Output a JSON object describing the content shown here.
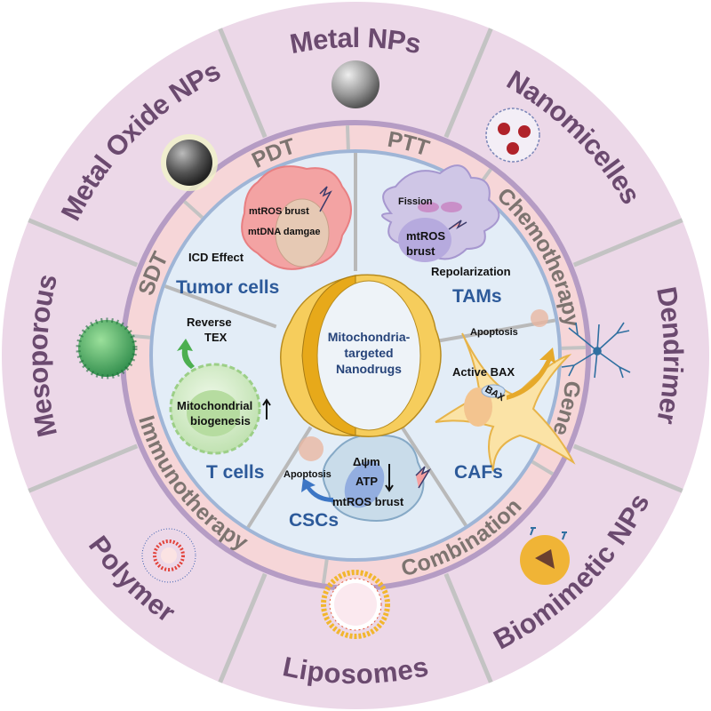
{
  "center": {
    "line1": "Mitochondria-",
    "line2": "targeted",
    "line3": "Nanodrugs"
  },
  "nanocarriers": [
    {
      "label": "Metal NPs",
      "angle": 0,
      "icon": "metal-sphere-icon"
    },
    {
      "label": "Nanomicelles",
      "angle": 45,
      "icon": "micelle-icon"
    },
    {
      "label": "Dendrimer",
      "angle": 90,
      "icon": "dendrimer-icon"
    },
    {
      "label": "Biomimetic NPs",
      "angle": 135,
      "icon": "biomimetic-np-icon"
    },
    {
      "label": "Liposomes",
      "angle": 180,
      "icon": "liposome-icon"
    },
    {
      "label": "Polymer",
      "angle": 225,
      "icon": "polymer-icon"
    },
    {
      "label": "Mesoporous",
      "angle": 270,
      "icon": "mesoporous-sphere-icon"
    },
    {
      "label": "Metal Oxide NPs",
      "angle": 315,
      "icon": "metal-oxide-sphere-icon"
    }
  ],
  "therapies": [
    {
      "label": "PDT",
      "angle": -22
    },
    {
      "label": "PTT",
      "angle": 14
    },
    {
      "label": "Chemotherapy",
      "angle": 62
    },
    {
      "label": "Gene",
      "angle": 104
    },
    {
      "label": "Combination",
      "angle": 150
    },
    {
      "label": "Immunotherapy",
      "angle": 232
    },
    {
      "label": "SDT",
      "angle": 292
    }
  ],
  "cells": {
    "tumor": {
      "title": "Tumor cells",
      "notes": [
        "mtROS brust",
        "mtDNA damgae",
        "ICD Effect"
      ]
    },
    "tams": {
      "title": "TAMs",
      "notes": [
        "Fission",
        "mtROS",
        "brust",
        "Repolarization"
      ]
    },
    "cafs": {
      "title": "CAFs",
      "notes": [
        "Apoptosis",
        "Active BAX",
        "BAX"
      ]
    },
    "cscs": {
      "title": "CSCs",
      "notes": [
        "Apoptosis",
        "Δψm",
        "ATP",
        "mtROS brust"
      ]
    },
    "tcells": {
      "title": "T cells",
      "notes": [
        "Reverse",
        "TEX",
        "Mitochondrial",
        "biogenesis"
      ]
    }
  },
  "colors": {
    "outer_ring": "#ecd8e8",
    "therapy_ring": "#f6d6d8",
    "inner_disk": "#e3edf7",
    "ring_border": "#b59cc4",
    "inner_border": "#9fb5d6",
    "title_blue": "#2d5a9a",
    "outer_text": "#6b4a6f"
  }
}
